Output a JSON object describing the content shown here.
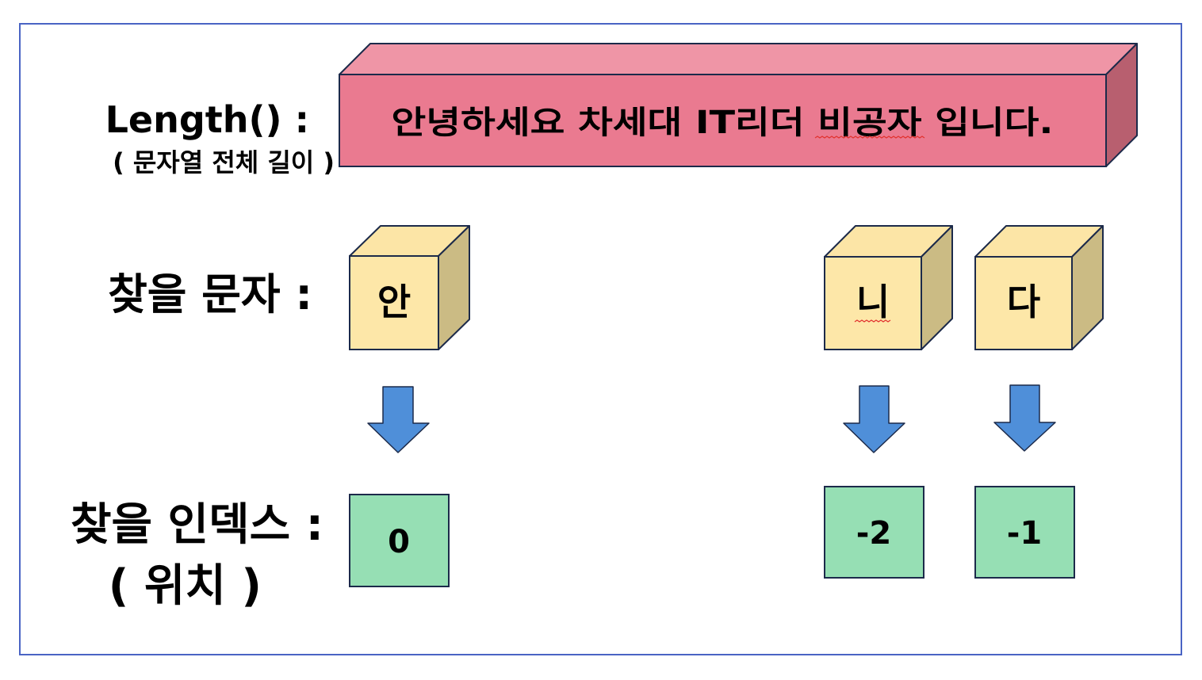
{
  "labels": {
    "length_label": "Length() :",
    "length_sub": "( 문자열 전체 길이 )",
    "find_char_label": "찾을 문자 :",
    "find_index_label": "찾을 인덱스 :",
    "find_index_sub": "( 위치 )"
  },
  "string_bar": {
    "text": "안녕하세요 차세대 IT리더 비공자 입니다."
  },
  "characters": [
    {
      "char": "안",
      "index": "0"
    },
    {
      "char": "니",
      "index": "-2"
    },
    {
      "char": "다",
      "index": "-1"
    }
  ],
  "colors": {
    "frame_border": "#4a64c4",
    "bar_front": "#ea7a90",
    "bar_top": "#ef95a6",
    "bar_side": "#b85f6f",
    "cube_front": "#fde7a8",
    "cube_top": "#fce5a6",
    "cube_side": "#cbbb84",
    "arrow": "#4f8fd9",
    "index_box": "#96dfb4",
    "outline": "#1c2a4a",
    "spellcheck": "#e2332f"
  }
}
